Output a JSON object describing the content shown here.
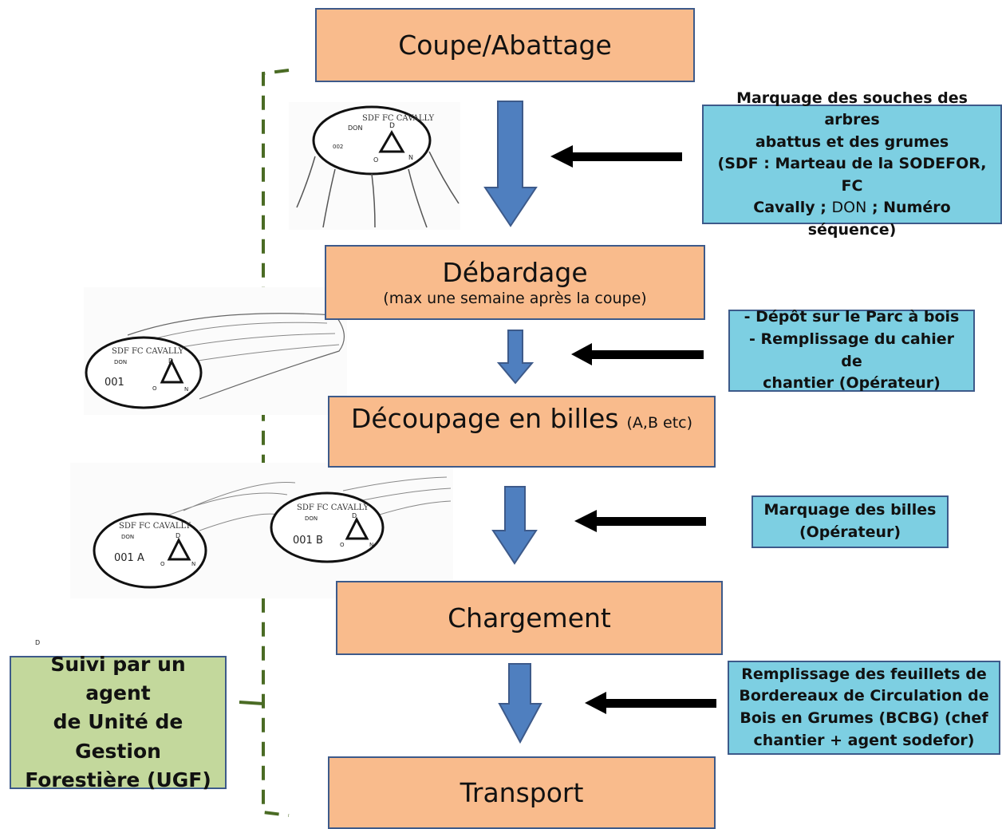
{
  "steps": [
    {
      "title": "Coupe/Abattage"
    },
    {
      "title": "Débardage",
      "subtitle": "(max une semaine après la coupe)"
    },
    {
      "title": "Découpage en billes",
      "suffix": "(A,B etc)"
    },
    {
      "title": "Chargement"
    },
    {
      "title": "Transport"
    }
  ],
  "notes": [
    {
      "lines": [
        "Marquage des souches des arbres",
        "abattus et des grumes",
        "(SDF : Marteau de la SODEFOR, FC",
        "Cavally ; ",
        "DON",
        " ; Numéro séquence)"
      ]
    },
    {
      "lines": [
        "- Dépôt sur le Parc à bois",
        "- Remplissage du cahier de",
        "chantier (Opérateur)"
      ]
    },
    {
      "lines": [
        "Marquage des billes",
        "(Opérateur)"
      ]
    },
    {
      "lines": [
        "Remplissage des feuillets de",
        "Bordereaux  de Circulation de",
        "Bois en Grumes (BCBG) (chef",
        "chantier + agent sodefor)"
      ]
    }
  ],
  "ugf": {
    "lines": [
      "Suivi par un agent",
      "de Unité de Gestion",
      "Forestière (UGF)"
    ]
  },
  "stray_letter": "D",
  "marks": {
    "stump": {
      "header": "SDF FC CAVALLY",
      "don": "DON",
      "number": "002",
      "top": "D",
      "left": "O",
      "right": "N"
    },
    "log1": {
      "header": "SDF FC CAVALLY",
      "don": "DON",
      "number": "001",
      "top": "D",
      "left": "O",
      "right": "N"
    },
    "log2a": {
      "header": "SDF FC CAVALLY",
      "don": "DON",
      "number": "001 A",
      "top": "D",
      "left": "O",
      "right": "N"
    },
    "log2b": {
      "header": "SDF FC CAVALLY",
      "don": "DON",
      "number": "001 B",
      "top": "D",
      "left": "O",
      "right": "N"
    }
  },
  "colors": {
    "step_fill": "#f9bb8c",
    "note_fill": "#7dcfe2",
    "ugf_fill": "#c3d89c",
    "arrow_blue": "#4f7fbf",
    "bracket_green": "#4a6b24"
  }
}
